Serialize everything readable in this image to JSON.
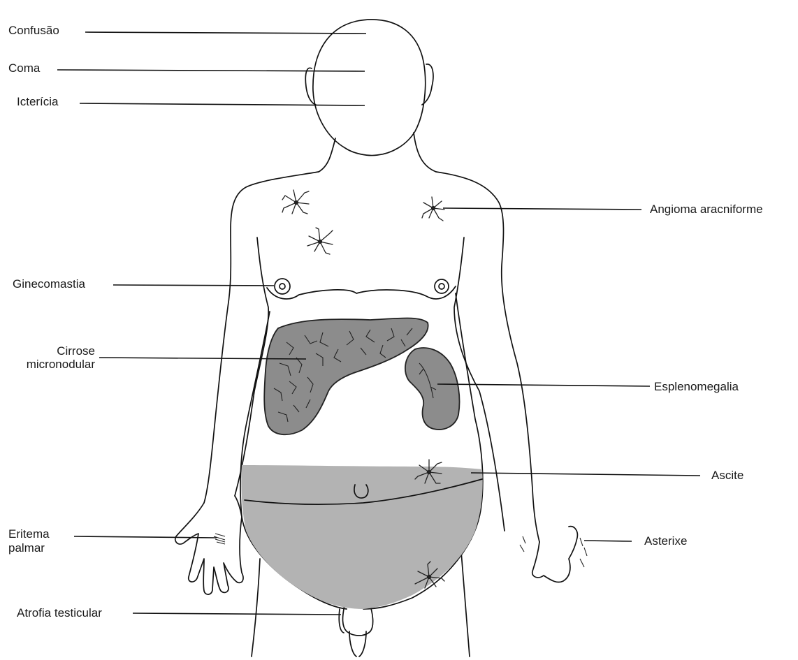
{
  "labels": {
    "confusao": "Confusão",
    "coma": "Coma",
    "ictericia": "Icterícia",
    "ginecomastia": "Ginecomastia",
    "cirrose_line1": "Cirrose",
    "cirrose_line2": "micronodular",
    "eritema_line1": "Eritema",
    "eritema_line2": "palmar",
    "atrofia": "Atrofia testicular",
    "angioma": "Angioma aracniforme",
    "esplenomegalia": "Esplenomegalia",
    "ascite": "Ascite",
    "asterixe": "Asterixe"
  },
  "colors": {
    "organ_fill": "#8c8c8c",
    "ascites_fill": "#b3b3b3",
    "line": "#111111"
  }
}
